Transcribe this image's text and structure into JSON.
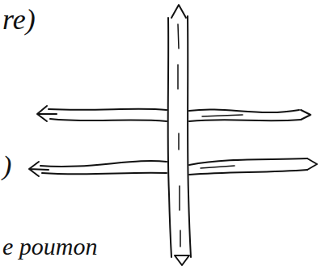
{
  "diagram": {
    "labels": [
      "re)",
      ")",
      "e poumon"
    ]
  }
}
